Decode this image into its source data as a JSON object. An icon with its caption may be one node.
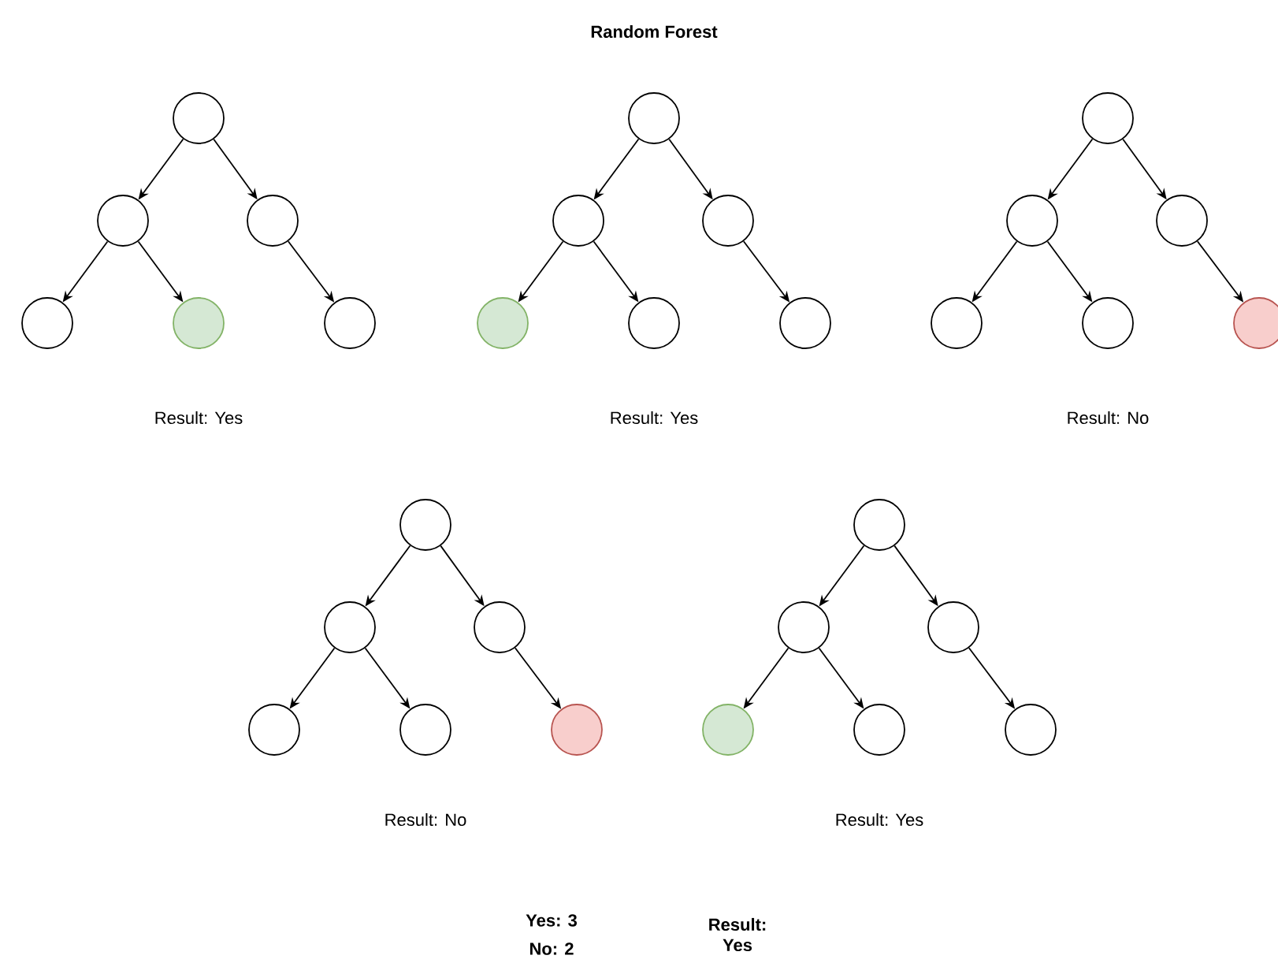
{
  "diagram": {
    "title": "Random Forest",
    "nodes": [
      {
        "text": [],
        "shape": "circle"
      },
      {
        "text": [],
        "shape": "circle"
      },
      {
        "text": [],
        "shape": "circle"
      },
      {
        "text": [],
        "shape": "circle"
      },
      {
        "text": [],
        "shape": "circle"
      },
      {
        "text": [],
        "shape": "circle"
      },
      {
        "text": [],
        "shape": "circle"
      },
      {
        "text": [],
        "shape": "circle"
      },
      {
        "text": [],
        "shape": "circle"
      },
      {
        "text": [],
        "shape": "circle"
      },
      {
        "text": [],
        "shape": "circle"
      },
      {
        "text": [],
        "shape": "circle"
      },
      {
        "text": [],
        "shape": "circle"
      },
      {
        "text": [],
        "shape": "circle"
      },
      {
        "text": [],
        "shape": "circle"
      },
      {
        "text": [],
        "shape": "circle"
      },
      {
        "text": [],
        "shape": "circle"
      },
      {
        "text": [],
        "shape": "circle"
      },
      {
        "text": [],
        "shape": "circle"
      },
      {
        "text": [],
        "shape": "circle"
      },
      {
        "text": [],
        "shape": "circle"
      },
      {
        "text": [],
        "shape": "circle"
      },
      {
        "text": [],
        "shape": "circle"
      },
      {
        "text": [],
        "shape": "circle"
      },
      {
        "text": [],
        "shape": "circle"
      },
      {
        "text": [],
        "shape": "circle"
      },
      {
        "text": [],
        "shape": "circle"
      },
      {
        "text": [],
        "shape": "circle"
      },
      {
        "text": [],
        "shape": "circle"
      },
      {
        "text": [],
        "shape": "circle"
      }
    ],
    "edges": [
      {
        "from": 0,
        "to": 1,
        "arrow": "to"
      },
      {
        "from": 0,
        "to": 2,
        "arrow": "to"
      },
      {
        "from": 1,
        "to": 3,
        "arrow": "to"
      },
      {
        "from": 1,
        "to": 4,
        "arrow": "to"
      },
      {
        "from": 2,
        "to": 5,
        "arrow": "to"
      },
      {
        "from": 6,
        "to": 7,
        "arrow": "to"
      },
      {
        "from": 6,
        "to": 8,
        "arrow": "to"
      },
      {
        "from": 7,
        "to": 9,
        "arrow": "to"
      },
      {
        "from": 7,
        "to": 10,
        "arrow": "to"
      },
      {
        "from": 8,
        "to": 11,
        "arrow": "to"
      },
      {
        "from": 12,
        "to": 13,
        "arrow": "to"
      },
      {
        "from": 12,
        "to": 14,
        "arrow": "to"
      },
      {
        "from": 13,
        "to": 15,
        "arrow": "to"
      },
      {
        "from": 13,
        "to": 16,
        "arrow": "to"
      },
      {
        "from": 14,
        "to": 17,
        "arrow": "to"
      },
      {
        "from": 18,
        "to": 19,
        "arrow": "to"
      },
      {
        "from": 18,
        "to": 20,
        "arrow": "to"
      },
      {
        "from": 19,
        "to": 21,
        "arrow": "to"
      },
      {
        "from": 19,
        "to": 22,
        "arrow": "to"
      },
      {
        "from": 20,
        "to": 23,
        "arrow": "to"
      },
      {
        "from": 24,
        "to": 25,
        "arrow": "to"
      },
      {
        "from": 24,
        "to": 26,
        "arrow": "to"
      },
      {
        "from": 25,
        "to": 27,
        "arrow": "to"
      },
      {
        "from": 25,
        "to": 28,
        "arrow": "to"
      },
      {
        "from": 26,
        "to": 29,
        "arrow": "to"
      }
    ],
    "labels": [
      "Result: Yes",
      "Result: Yes",
      "Result: No",
      "Result: No",
      "Result: Yes",
      "Yes: 3",
      "No: 2",
      "Result: Yes"
    ]
  }
}
